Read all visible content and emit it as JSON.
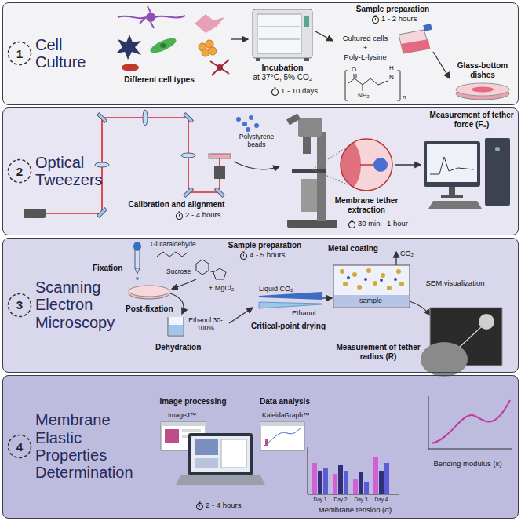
{
  "diagram": {
    "nodes": [
      {
        "text": [
          "Cell Culture"
        ]
      },
      {
        "text": [
          "1"
        ],
        "in": 0
      },
      {
        "text": [
          "Optical Tweezers"
        ]
      },
      {
        "text": [
          "2"
        ],
        "in": 2
      },
      {
        "text": [
          "Scanning Electron Microscopy"
        ]
      },
      {
        "text": [
          "3"
        ],
        "in": 4
      },
      {
        "text": [
          "Membrane Elastic Properties Determination"
        ]
      },
      {
        "text": [
          "4"
        ],
        "in": 6
      }
    ],
    "labels": [
      "Different cell types",
      "Incubation",
      "at 37°C, 5% CO₂",
      "1 - 10 days",
      "Sample preparation",
      "1 - 2 hours",
      "Cultured cells",
      "+",
      "Poly-L-lysine",
      "O",
      "NH₂",
      "H",
      "N",
      "n",
      "Glass-bottom dishes",
      "Calibration and alignment",
      "2 - 4 hours",
      "Polystyrene beads",
      "Membrane tether extraction",
      "30 min - 1 hour",
      "Measurement of tether force (F₀)",
      "Sample preparation",
      "4 - 5 hours",
      "Glutaraldehyde",
      "Fixation",
      "Sucrose",
      "+ MgCl₂",
      "Post-fixation",
      "Ethanol 30-100%",
      "Dehydration",
      "Liquid CO₂",
      "Ethanol",
      "Critical-point drying",
      "CO₂",
      "Metal coating",
      "sample",
      "SEM visualization",
      "Measurement of tether radius (R)",
      "Image processing",
      "ImageJ™",
      "2 - 4 hours",
      "Data analysis",
      "KaleidaGraph™",
      "Bending modulus (κ)",
      "Day 1",
      "Day 2",
      "Day 3",
      "Day 4",
      "Membrane tension (σ)"
    ]
  }
}
